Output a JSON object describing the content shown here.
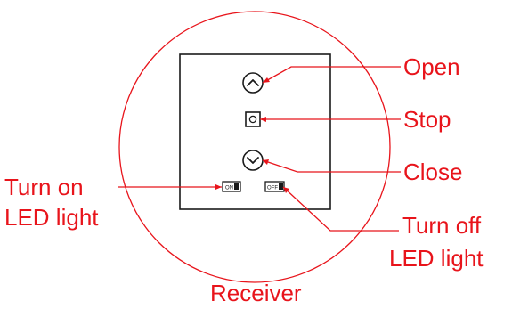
{
  "colors": {
    "annotation": "#e8141b",
    "outline": "#1a1a1a",
    "background": "#ffffff"
  },
  "labels": {
    "open": "Open",
    "stop": "Stop",
    "close": "Close",
    "turn_on_line1": "Turn on",
    "turn_on_line2": "LED light",
    "turn_off_line1": "Turn off",
    "turn_off_line2": "LED light",
    "receiver": "Receiver"
  },
  "buttons": {
    "on_text": "ON",
    "off_text": "OFF"
  },
  "icons": [
    "chevron-up-icon",
    "stop-square-icon",
    "chevron-down-icon",
    "led-on-switch-icon",
    "led-off-switch-icon"
  ]
}
